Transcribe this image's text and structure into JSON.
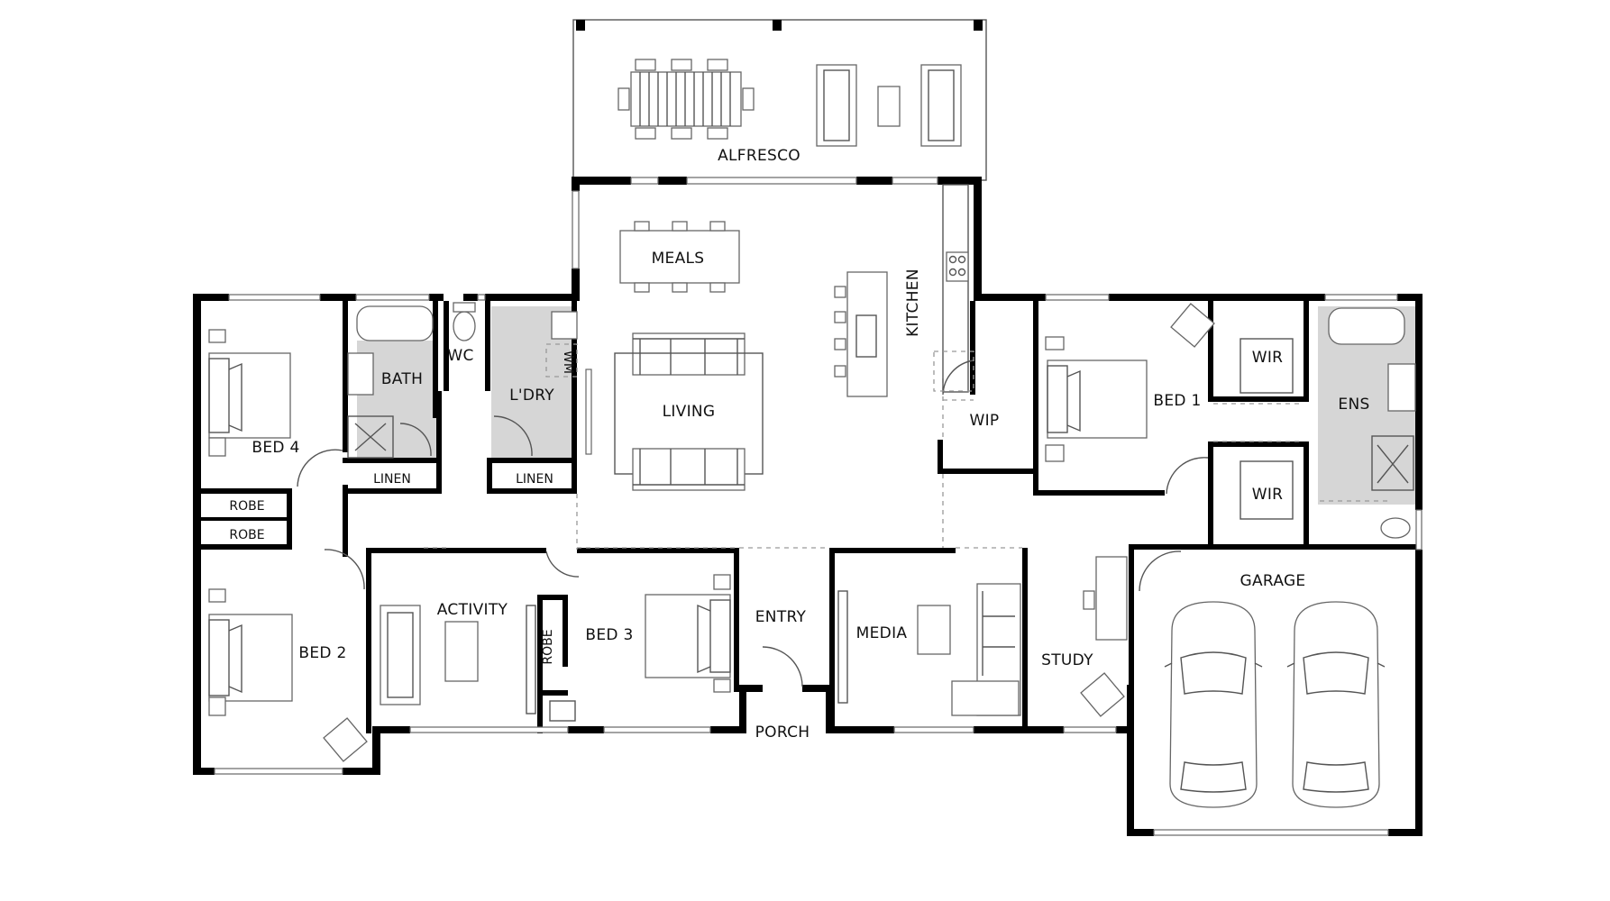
{
  "rooms": {
    "alfresco": "ALFRESCO",
    "meals": "MEALS",
    "kitchen": "KITCHEN",
    "living": "LIVING",
    "bath": "BATH",
    "wc": "WC",
    "laundry": "L'DRY",
    "wm": "WM",
    "bed4": "BED 4",
    "linen1": "LINEN",
    "linen2": "LINEN",
    "robe1": "ROBE",
    "robe2": "ROBE",
    "bed2": "BED 2",
    "activity": "ACTIVITY",
    "robe3": "ROBE",
    "bed3": "BED 3",
    "entry": "ENTRY",
    "porch": "PORCH",
    "media": "MEDIA",
    "study": "STUDY",
    "wip": "WIP",
    "bed1": "BED 1",
    "wir1": "WIR",
    "wir2": "WIR",
    "ens": "ENS",
    "garage": "GARAGE"
  },
  "colors": {
    "wall": "#000000",
    "wet_area": "#d6d6d6",
    "furniture_line": "#666666",
    "background": "#ffffff"
  }
}
